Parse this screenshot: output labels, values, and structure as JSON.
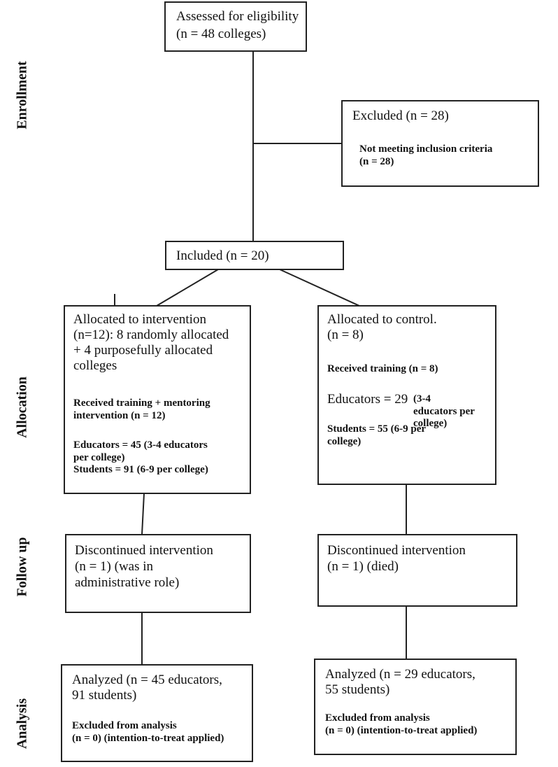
{
  "stages": {
    "enrollment": "Enrollment",
    "allocation": "Allocation",
    "follow_up": "Follow up",
    "analysis": "Analysis"
  },
  "assessed": {
    "line1": "Assessed for eligibility",
    "line2": " (n = 48 colleges)"
  },
  "excluded": {
    "title": "Excluded (n = 28)",
    "detail": "Not meeting inclusion criteria\n (n = 28)"
  },
  "included": {
    "title": "Included (n = 20)"
  },
  "intervention_arm": {
    "allocated": "Allocated to intervention\n(n=12): 8 randomly allocated\n+ 4 purposefully allocated\ncolleges",
    "training": "Received training + mentoring\nintervention (n = 12)",
    "participants": "Educators = 45 (3-4 educators\nper college)\nStudents = 91 (6-9 per college)",
    "followup": "Discontinued intervention\n(n = 1) (was in\nadministrative role)",
    "analyzed": "Analyzed (n = 45 educators,\n91 students)",
    "excluded_analysis": "Excluded from analysis\n (n = 0) (intention-to-treat applied)"
  },
  "control_arm": {
    "allocated": "Allocated to control.\n(n = 8)",
    "training": "Received training (n = 8)",
    "participants_educators": "Educators = 29",
    "participants_educators_detail": " (3-4\neducators per college)",
    "participants_students": "Students = 55 (6-9 per\ncollege)",
    "followup": "Discontinued intervention\n(n = 1) (died)",
    "analyzed": "Analyzed (n = 29 educators,\n55 students)",
    "excluded_analysis": "Excluded from analysis\n(n = 0) (intention-to-treat applied)"
  }
}
